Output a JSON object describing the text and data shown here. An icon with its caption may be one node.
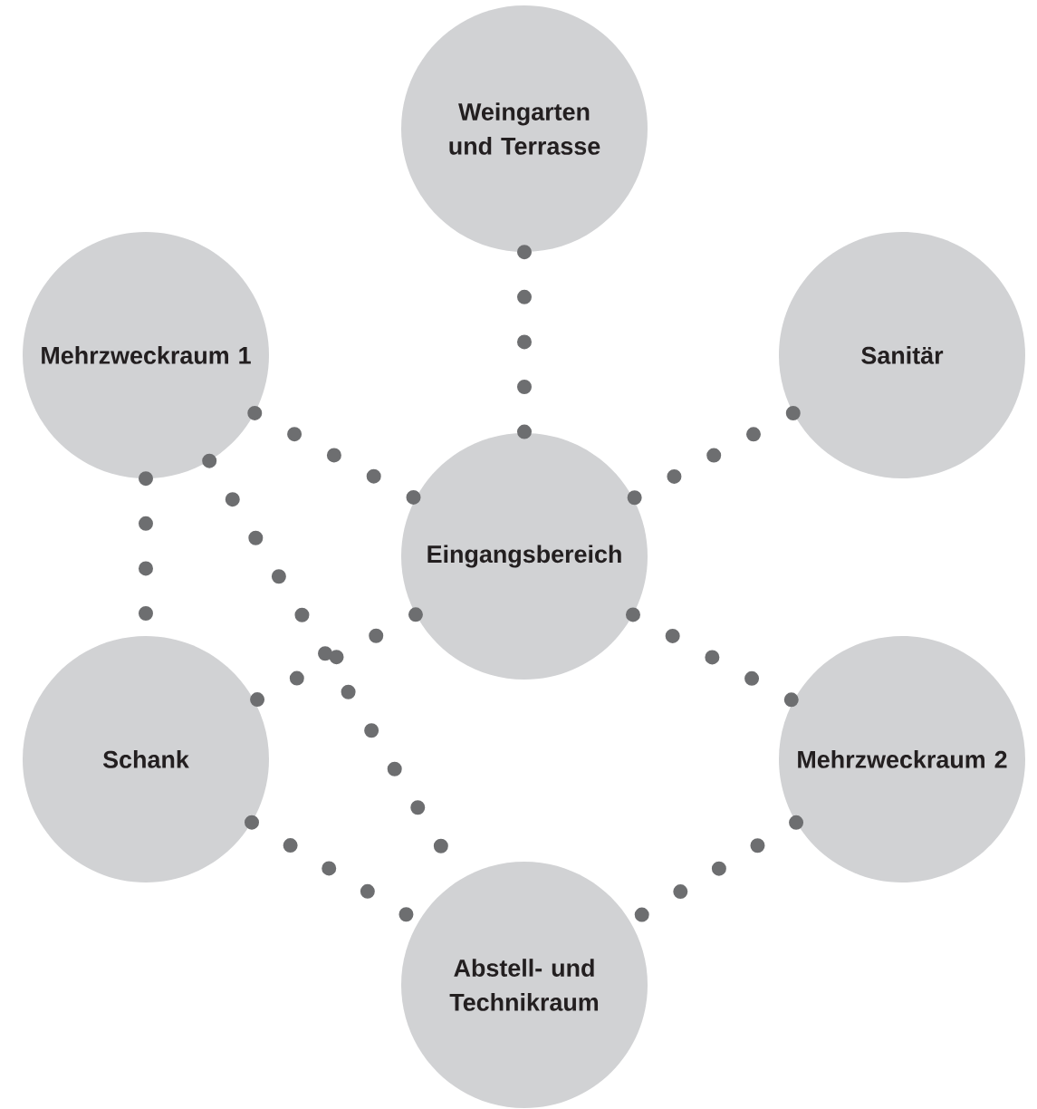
{
  "diagram": {
    "nodes": [
      {
        "text": [
          "Weingarten und Terrasse"
        ]
      },
      {
        "text": [
          "Mehrzweckraum 1"
        ]
      },
      {
        "text": [
          "Sanitär"
        ]
      },
      {
        "text": [
          "Eingangsbereich"
        ]
      },
      {
        "text": [
          "Schank"
        ]
      },
      {
        "text": [
          "Mehrzweckraum 2"
        ]
      },
      {
        "text": [
          "Abstell- und Technikraum"
        ]
      }
    ],
    "edges": [
      {
        "from": 0,
        "to": 3,
        "arrow": "none"
      },
      {
        "from": 1,
        "to": 3,
        "arrow": "none"
      },
      {
        "from": 2,
        "to": 3,
        "arrow": "none"
      },
      {
        "from": 1,
        "to": 4,
        "arrow": "none"
      },
      {
        "from": 1,
        "to": 6,
        "arrow": "none"
      },
      {
        "from": 3,
        "to": 4,
        "arrow": "none"
      },
      {
        "from": 3,
        "to": 5,
        "arrow": "none"
      },
      {
        "from": 4,
        "to": 6,
        "arrow": "none"
      },
      {
        "from": 5,
        "to": 6,
        "arrow": "none"
      }
    ]
  }
}
